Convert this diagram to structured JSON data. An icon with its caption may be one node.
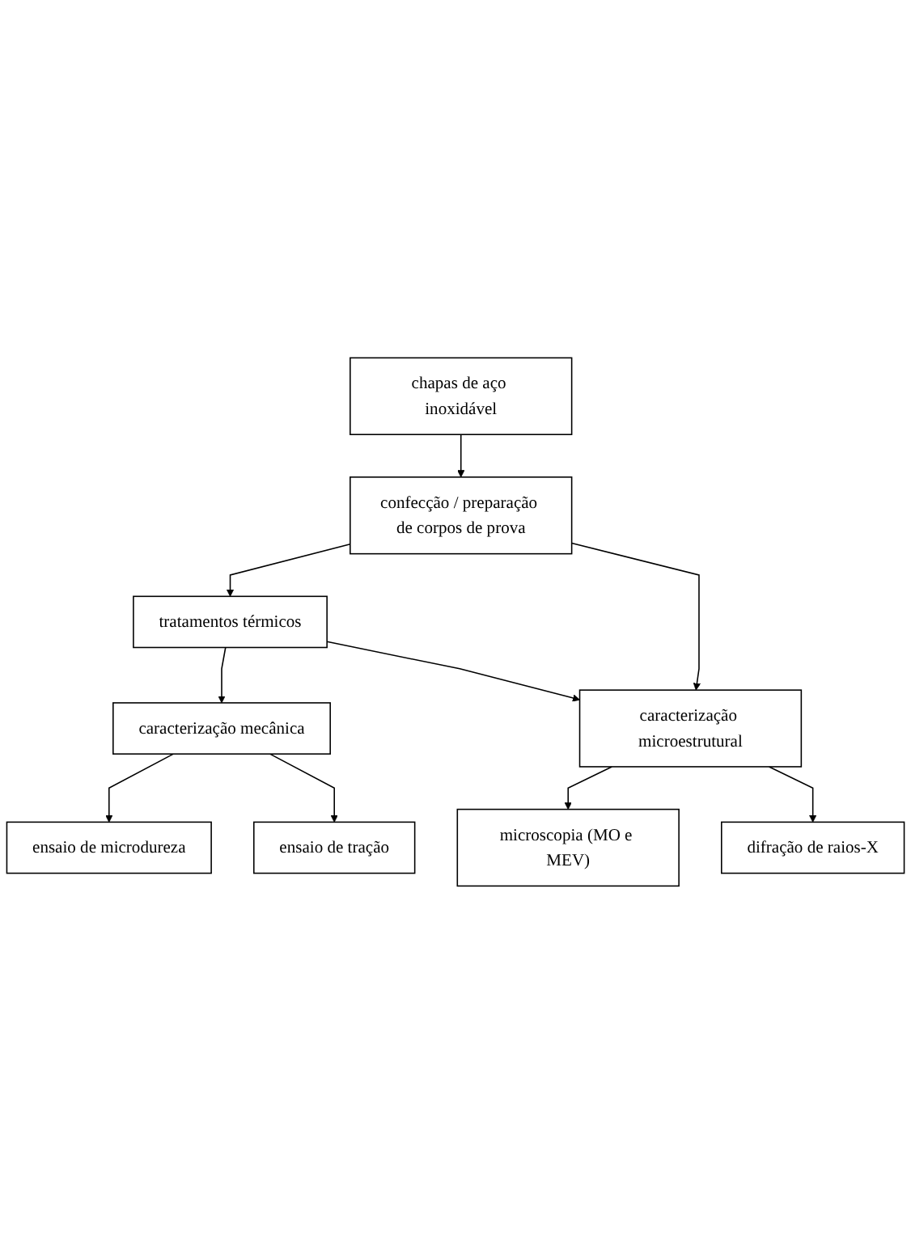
{
  "diagram": {
    "nodes": [
      {
        "text": [
          "chapas de aço inoxidável"
        ]
      },
      {
        "text": [
          "confecção / preparação de corpos de prova"
        ]
      },
      {
        "text": [
          "tratamentos térmicos"
        ]
      },
      {
        "text": [
          "caracterização mecânica"
        ]
      },
      {
        "text": [
          "caracterização microestrutural"
        ]
      },
      {
        "text": [
          "ensaio de microdureza"
        ]
      },
      {
        "text": [
          "microscopia (MO e MEV)"
        ]
      },
      {
        "text": [
          "ensaio de tração"
        ]
      },
      {
        "text": [
          "difração de raios-X"
        ]
      }
    ],
    "edges": [
      {
        "from": 0,
        "to": 1,
        "arrow": "to"
      },
      {
        "from": 1,
        "to": 2,
        "arrow": "to"
      },
      {
        "from": 2,
        "to": 3,
        "arrow": "to"
      },
      {
        "from": 2,
        "to": 4,
        "arrow": "to"
      },
      {
        "from": 1,
        "to": 4,
        "arrow": "to"
      },
      {
        "from": 3,
        "to": 5,
        "arrow": "to"
      },
      {
        "from": 3,
        "to": 7,
        "arrow": "to"
      },
      {
        "from": 4,
        "to": 6,
        "arrow": "to"
      },
      {
        "from": 4,
        "to": 8,
        "arrow": "to"
      }
    ]
  }
}
